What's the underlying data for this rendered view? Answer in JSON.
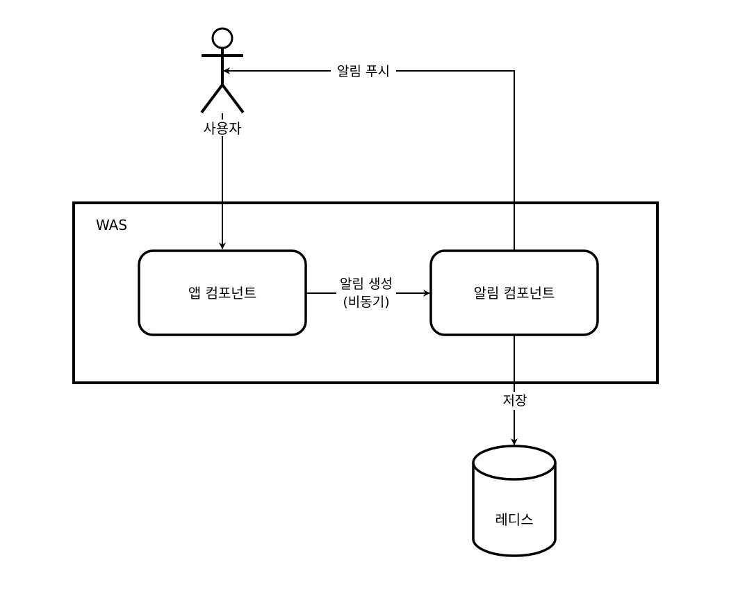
{
  "diagram": {
    "actor": {
      "label": "사용자"
    },
    "container": {
      "label": "WAS"
    },
    "nodes": {
      "app_component": {
        "label": "앱 컴포넌트"
      },
      "notification_component": {
        "label": "알림 컴포넌트"
      },
      "redis": {
        "label": "레디스"
      }
    },
    "edges": {
      "push": {
        "label": "알림 푸시"
      },
      "create": {
        "label_line1": "알림 생성",
        "label_line2": "(비동기)"
      },
      "store": {
        "label": "저장"
      }
    },
    "colors": {
      "stroke": "#000000",
      "background": "#ffffff"
    }
  }
}
